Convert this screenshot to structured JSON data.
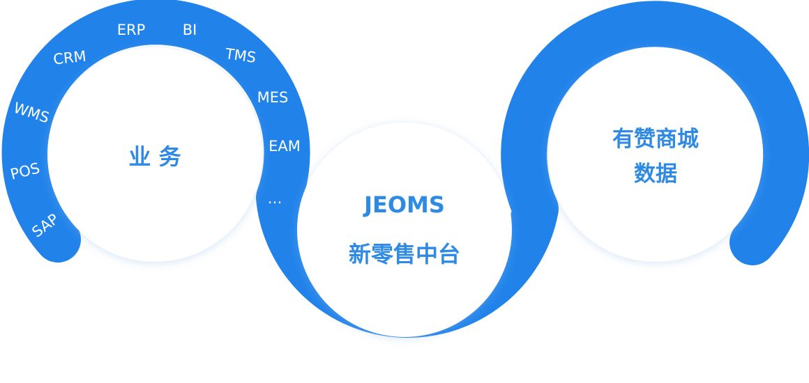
{
  "colors": {
    "band": "#2183ea",
    "inner": "#ffffff",
    "title": "#2f8ae3",
    "label": "#ffffff"
  },
  "business": {
    "title": "业 务",
    "systems": [
      "ERP",
      "BI",
      "TMS",
      "MES",
      "EAM",
      "…",
      "CRM",
      "WMS",
      "POS",
      "SAP"
    ]
  },
  "middle": {
    "line1": "JEOMS",
    "line2": "新零售中台"
  },
  "data": {
    "line1": "有赞商城",
    "line2": "数据"
  }
}
